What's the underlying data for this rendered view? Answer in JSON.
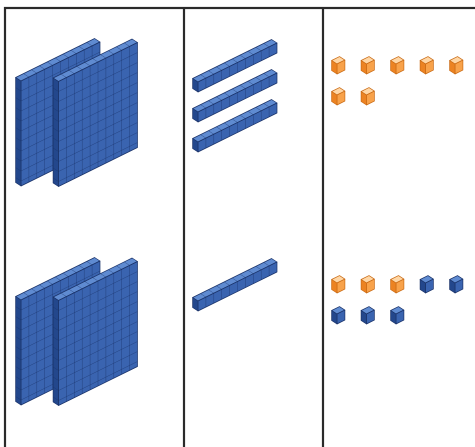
{
  "colors": {
    "background": "#ffffff",
    "frame": "#2a2a2a",
    "blue_top": "#5f8bd1",
    "blue_left": "#3a64b0",
    "blue_right": "#23478c",
    "blue_edge": "#1a3268",
    "orange_top": "#ffd6a4",
    "orange_left": "#f8a24a",
    "orange_right": "#ec8322",
    "orange_edge": "#c96a14"
  },
  "columns": [
    "hundreds",
    "tens",
    "ones"
  ],
  "rows": [
    {
      "hundreds": 2,
      "tens": 3,
      "ones_orange": 7,
      "ones_blue": 0
    },
    {
      "hundreds": 2,
      "tens": 1,
      "ones_orange": 3,
      "ones_blue": 5
    }
  ]
}
